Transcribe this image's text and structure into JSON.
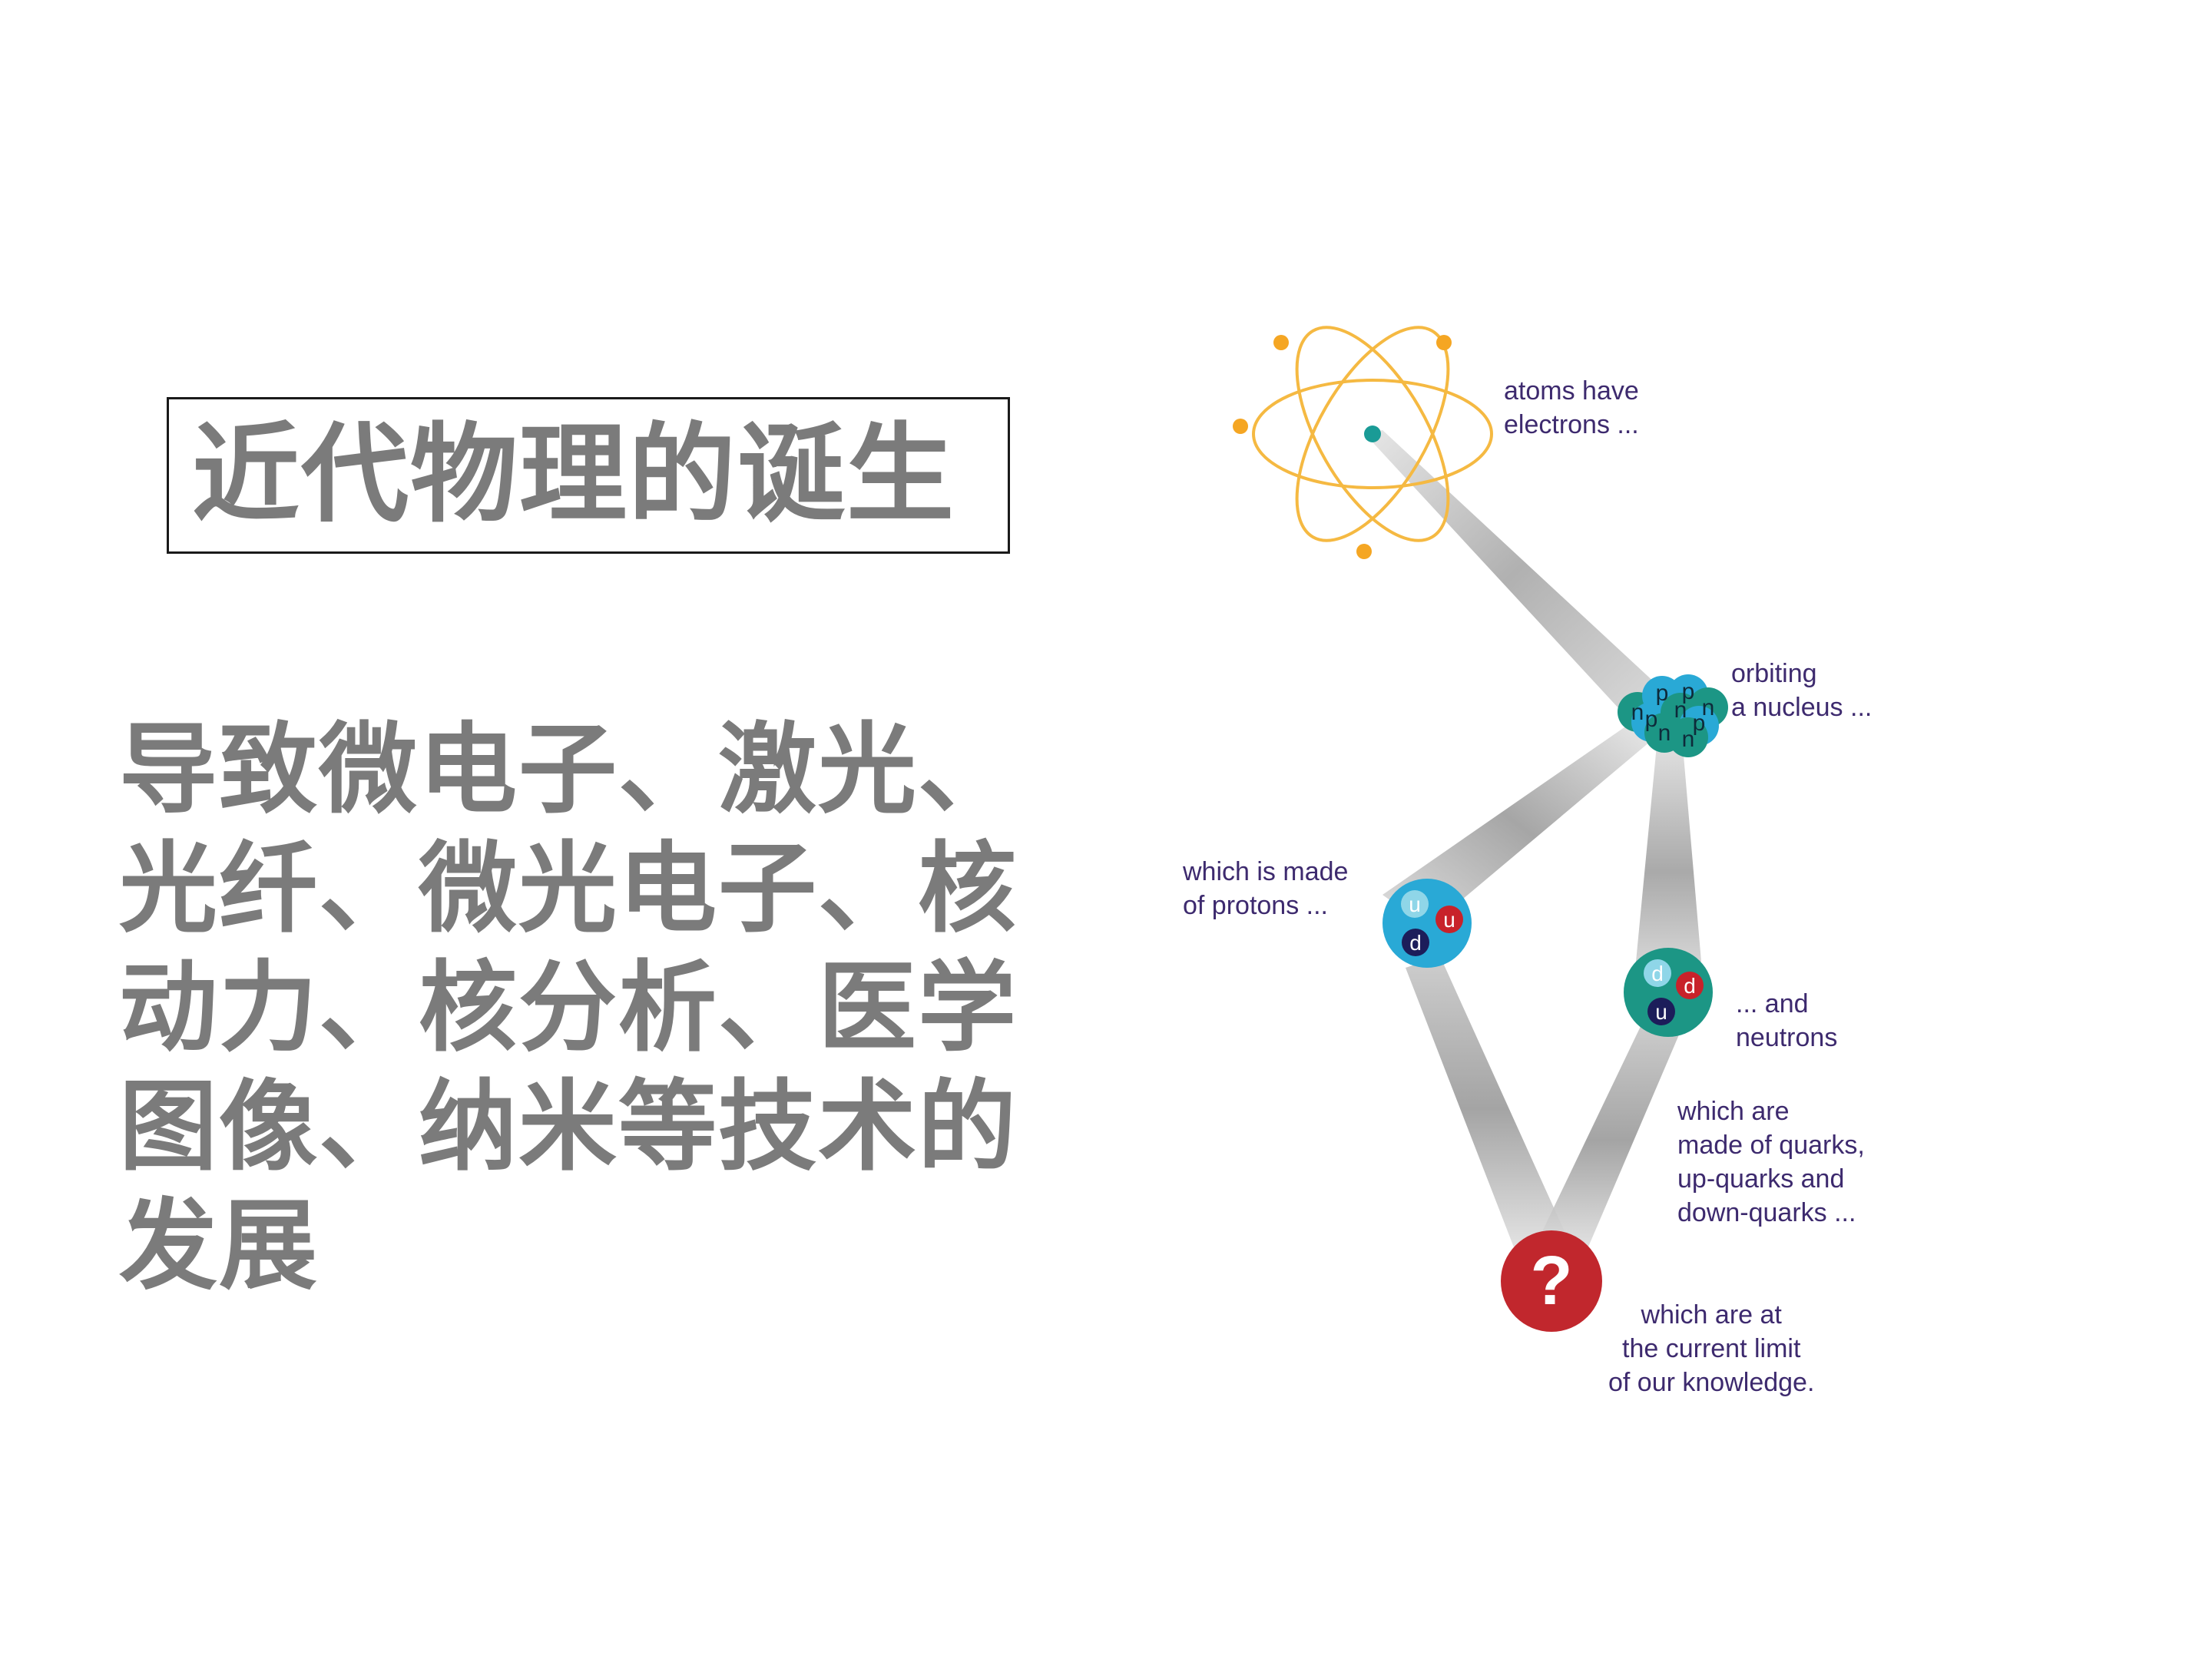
{
  "title": "近代物理的诞生",
  "body": "导致微电子、激光、光纤、微光电子、核动力、核分析、医学图像、纳米等技术的发展",
  "diagram": {
    "labels": {
      "atoms": "atoms have\nelectrons ...",
      "orbiting": "orbiting\na nucleus ...",
      "protons": "which is made\nof protons ...",
      "neutrons": "... and\nneutrons",
      "quarks": "which are\nmade of quarks,\nup-quarks and\ndown-quarks ...",
      "limit": "which are at\nthe current limit\nof our knowledge."
    },
    "nucleus_letters": [
      "n",
      "p",
      "p",
      "n",
      "p",
      "n",
      "p",
      "n",
      "n"
    ],
    "proton_quarks": [
      "u",
      "u",
      "d"
    ],
    "neutron_quarks": [
      "d",
      "d",
      "u"
    ],
    "unknown_symbol": "?",
    "colors": {
      "orbit": "#f5b942",
      "electron": "#f5a623",
      "nucleus_center": "#1a9b96",
      "beam": "#b0b0b0",
      "proton": "#29a9d6",
      "neutron": "#1c9685",
      "quark_red": "#c8222a",
      "quark_navy": "#1c1d5a",
      "quark_light": "#8fd6e8",
      "unknown": "#c1272d",
      "label_text": "#3d2a6e"
    }
  }
}
